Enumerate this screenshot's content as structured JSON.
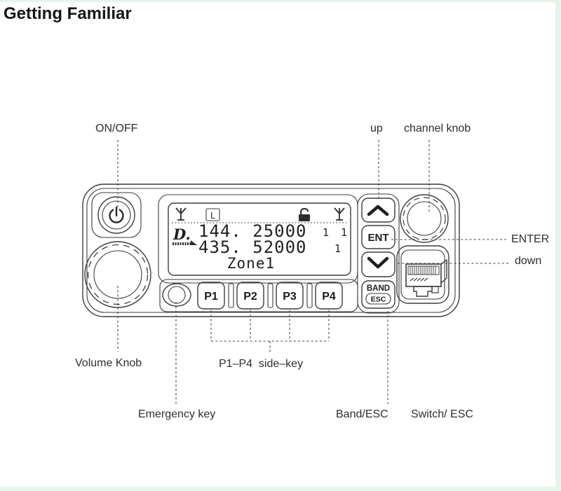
{
  "page": {
    "title": "Getting Familiar",
    "accent_border_color": "#e6f4ea",
    "line_art_color": "#3c3c3c"
  },
  "callouts": {
    "on_off": "ON/OFF",
    "up": "up",
    "channel_knob": "channel knob",
    "enter": "ENTER",
    "down": "down",
    "volume_knob": "Volume Knob",
    "side_keys": "P1–P4  side–key",
    "emergency_key": "Emergency key",
    "band_esc": "Band/ESC",
    "switch_esc": "Switch/ ESC"
  },
  "radio": {
    "display": {
      "l_indicator": "L",
      "logo": "D.",
      "freq_main": "144. 25000",
      "freq_main_flags": "1 1",
      "freq_sub": "435. 52000",
      "freq_sub_flag": "1",
      "zone": "Zone1"
    },
    "buttons": {
      "p1": "P1",
      "p2": "P2",
      "p3": "P3",
      "p4": "P4",
      "ent": "ENT",
      "band": "BAND",
      "esc": "ESC"
    },
    "icons": {
      "power": "power-icon",
      "antenna_left": "antenna-icon",
      "antenna_right": "antenna-icon",
      "unlock": "unlock-icon",
      "up_arrow": "chevron-up-icon",
      "down_arrow": "chevron-down-icon",
      "mic_jack": "mic-jack-connector"
    }
  }
}
